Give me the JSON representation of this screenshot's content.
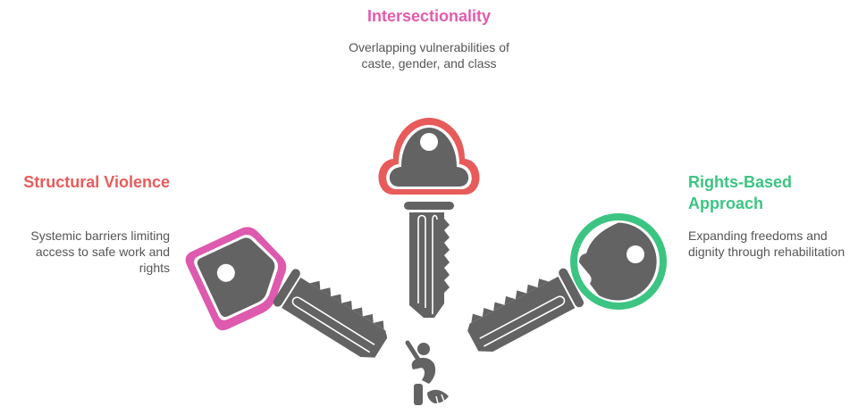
{
  "colors": {
    "center": "#E85B5B",
    "left": "#DD5AAE",
    "right": "#3CC482",
    "key_body": "#636363",
    "description_text": "#555555"
  },
  "items": {
    "center": {
      "title": "Intersectionality",
      "description": "Overlapping vulnerabilities of caste, gender, and class",
      "icon": "key-icon-cloud-head"
    },
    "left": {
      "title": "Structural Violence",
      "description": "Systemic barriers limiting access to safe work and rights",
      "icon": "key-icon-pentagon-head"
    },
    "right": {
      "title": "Rights-Based Approach",
      "description": "Expanding freedoms and dignity through rehabilitation",
      "icon": "key-icon-round-head"
    }
  },
  "center_figure": {
    "icon": "person-sweeping-icon"
  }
}
